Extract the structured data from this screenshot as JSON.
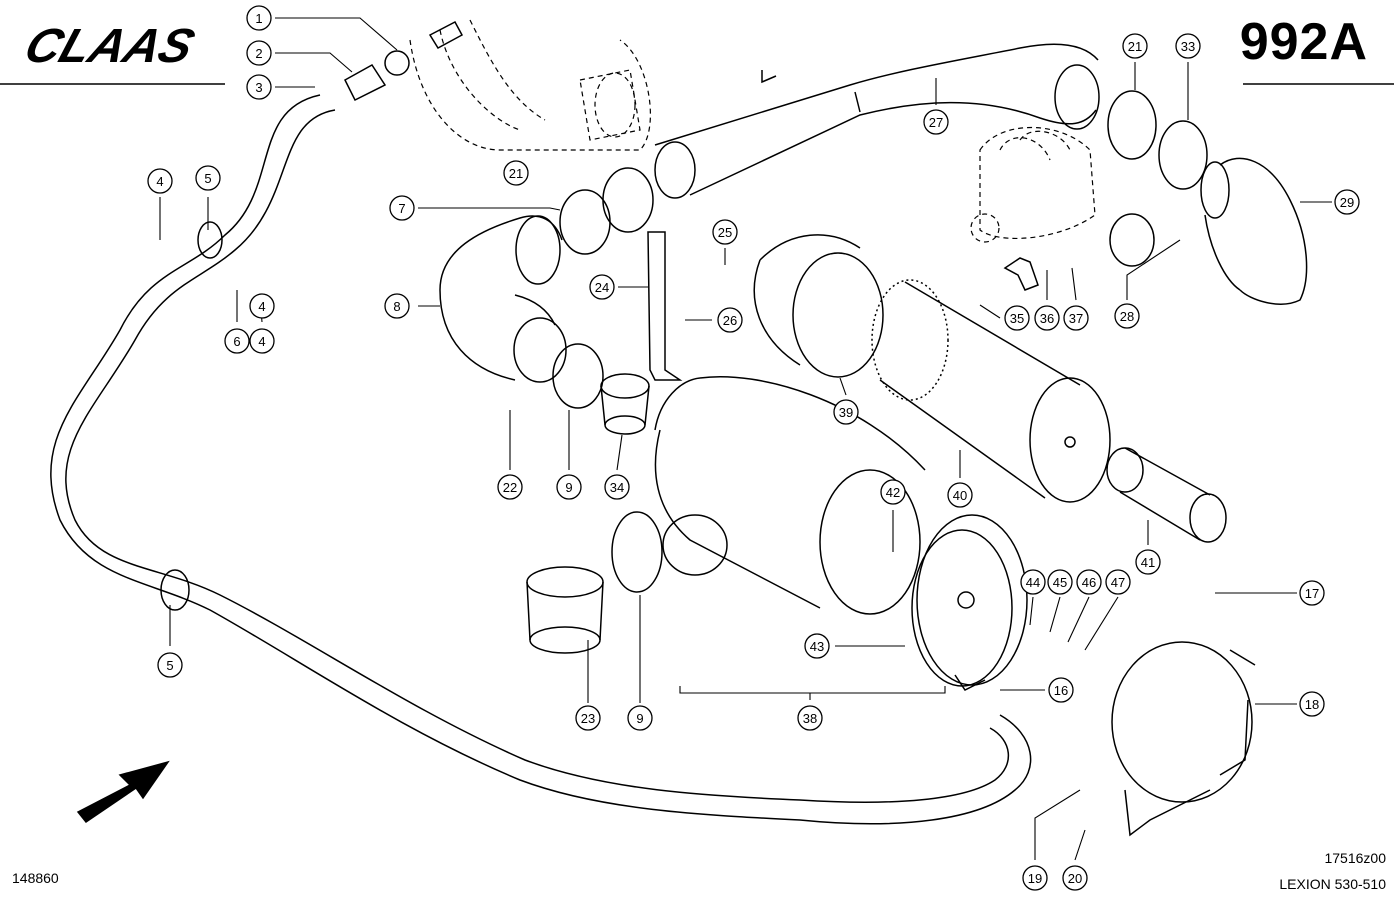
{
  "header": {
    "brand": "CLAAS",
    "sheet": "992A"
  },
  "footer": {
    "left_code": "148860",
    "drawing_code": "17516z00",
    "model": "LEXION 530-510"
  },
  "callouts": [
    {
      "n": "1"
    },
    {
      "n": "2"
    },
    {
      "n": "3"
    },
    {
      "n": "4"
    },
    {
      "n": "5"
    },
    {
      "n": "4"
    },
    {
      "n": "6"
    },
    {
      "n": "4"
    },
    {
      "n": "5"
    },
    {
      "n": "7"
    },
    {
      "n": "8"
    },
    {
      "n": "9"
    },
    {
      "n": "9"
    },
    {
      "n": "16"
    },
    {
      "n": "17"
    },
    {
      "n": "18"
    },
    {
      "n": "19"
    },
    {
      "n": "20"
    },
    {
      "n": "21"
    },
    {
      "n": "21"
    },
    {
      "n": "22"
    },
    {
      "n": "23"
    },
    {
      "n": "24"
    },
    {
      "n": "25"
    },
    {
      "n": "26"
    },
    {
      "n": "27"
    },
    {
      "n": "28"
    },
    {
      "n": "29"
    },
    {
      "n": "33"
    },
    {
      "n": "34"
    },
    {
      "n": "35"
    },
    {
      "n": "36"
    },
    {
      "n": "37"
    },
    {
      "n": "38"
    },
    {
      "n": "39"
    },
    {
      "n": "40"
    },
    {
      "n": "41"
    },
    {
      "n": "42"
    },
    {
      "n": "43"
    },
    {
      "n": "44"
    },
    {
      "n": "45"
    },
    {
      "n": "46"
    },
    {
      "n": "47"
    }
  ]
}
